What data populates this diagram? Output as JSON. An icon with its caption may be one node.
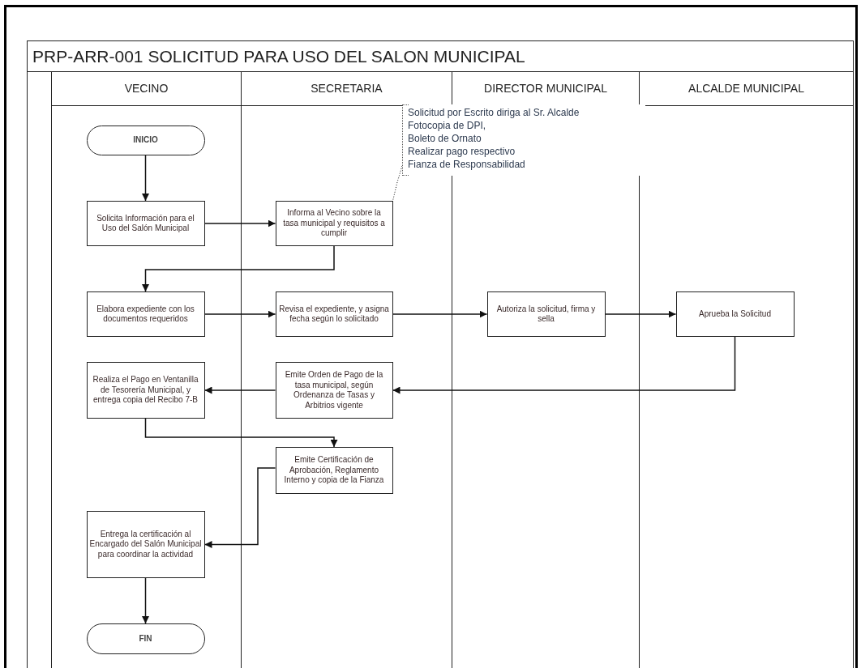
{
  "diagram": {
    "title": "PRP-ARR-001 SOLICITUD PARA USO DEL SALON MUNICIPAL",
    "nodes": [
      {
        "text": [
          "VECINO"
        ]
      },
      {
        "text": [
          "SECRETARIA"
        ]
      },
      {
        "text": [
          "DIRECTOR MUNICIPAL"
        ]
      },
      {
        "text": [
          "ALCALDE MUNICIPAL"
        ]
      },
      {
        "text": [
          "INICIO"
        ],
        "in": 0
      },
      {
        "text": [
          "Solicita Información para el Uso del Salón Municipal"
        ],
        "in": 0
      },
      {
        "text": [
          "Solicitud por Escrito diriga al Sr. Alcalde",
          "Fotocopia de DPI,",
          "Boleto de Ornato",
          "Realizar pago respectivo",
          "Fianza de Responsabilidad"
        ]
      },
      {
        "text": [
          "Informa al Vecino sobre la tasa municipal y requisitos a cumplir"
        ],
        "in": 1
      },
      {
        "text": [
          "Elabora expediente con los documentos requeridos"
        ],
        "in": 0
      },
      {
        "text": [
          "Revisa el expediente, y asigna fecha según lo solicitado"
        ],
        "in": 1
      },
      {
        "text": [
          "Autoriza la solicitud, firma y sella"
        ],
        "in": 2
      },
      {
        "text": [
          "Aprueba la Solicitud"
        ],
        "in": 3
      },
      {
        "text": [
          "Realiza el Pago en Ventanilla de Tesorería Municipal, y entrega copia del Recibo 7-B"
        ],
        "in": 0
      },
      {
        "text": [
          "Emite Orden de Pago de la tasa municipal, según Ordenanza de Tasas y Arbitrios vigente"
        ],
        "in": 1
      },
      {
        "text": [
          "Emite Certificación de Aprobación, Reglamento Interno y copia de la Fianza"
        ],
        "in": 1
      },
      {
        "text": [
          "Entrega la certificación al Encargado del Salón Municipal para coordinar la actividad"
        ],
        "in": 0
      },
      {
        "text": [
          "FIN"
        ],
        "in": 0
      }
    ],
    "edges": [
      {
        "from": 4,
        "to": 5,
        "arrow": "to"
      },
      {
        "from": 5,
        "to": 7,
        "arrow": "to"
      },
      {
        "from": 6,
        "to": 7,
        "arrow": "none",
        "style": "dashed"
      },
      {
        "from": 7,
        "to": 8,
        "arrow": "to"
      },
      {
        "from": 8,
        "to": 9,
        "arrow": "to"
      },
      {
        "from": 9,
        "to": 10,
        "arrow": "to"
      },
      {
        "from": 10,
        "to": 11,
        "arrow": "to"
      },
      {
        "from": 11,
        "to": 13,
        "arrow": "to"
      },
      {
        "from": 13,
        "to": 12,
        "arrow": "to"
      },
      {
        "from": 12,
        "to": 14,
        "arrow": "to"
      },
      {
        "from": 14,
        "to": 15,
        "arrow": "to"
      },
      {
        "from": 15,
        "to": 16,
        "arrow": "to"
      }
    ]
  }
}
